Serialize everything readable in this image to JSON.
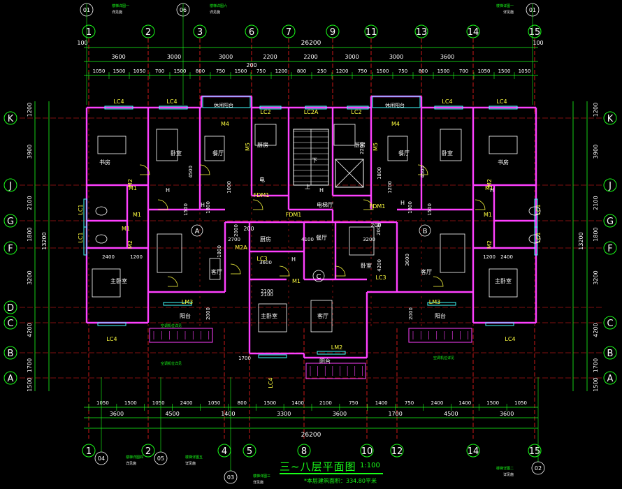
{
  "drawing": {
    "title": "三~八层平面图",
    "scale": "1:100",
    "area_note": "*本层建筑面积：334.80平米"
  },
  "colors": {
    "background": "#000000",
    "wall": "#ff40ff",
    "axis_line": "#ff2020",
    "dimension": "#ffffff",
    "dim_line": "#19ff19",
    "room_text": "#ffffff",
    "window_label": "#ffff40",
    "door": "#ffff40",
    "window": "#40ffff",
    "furniture": "#ffffff"
  },
  "axes_top": [
    "1",
    "2",
    "3",
    "6",
    "7",
    "9",
    "11",
    "13",
    "14",
    "15"
  ],
  "axes_bottom": [
    "1",
    "2",
    "4",
    "5",
    "8",
    "10",
    "12",
    "14",
    "15"
  ],
  "axes_left": [
    "K",
    "J",
    "G",
    "F",
    "D",
    "C",
    "B",
    "A"
  ],
  "axes_right": [
    "K",
    "J",
    "G",
    "F",
    "C",
    "B",
    "A"
  ],
  "dims_top_total": "26200",
  "dims_top_mid": [
    "3600",
    "3000",
    "3000",
    "2200",
    "2200",
    "3000",
    "3000",
    "3600"
  ],
  "dims_top_detail": [
    "1050",
    "1500",
    "1050",
    "700",
    "1500",
    "800",
    "750",
    "1500",
    "750",
    "1200",
    "800",
    "250",
    "1200",
    "750",
    "1500",
    "750",
    "800",
    "1500",
    "700",
    "1050",
    "1500",
    "1050"
  ],
  "dims_bottom_detail": [
    "1050",
    "1500",
    "1050",
    "2400",
    "1050",
    "800",
    "1500",
    "1400",
    "2100",
    "750",
    "1400",
    "750",
    "2400",
    "1400",
    "1500",
    "1050"
  ],
  "dims_bottom_mid": [
    "3600",
    "4500",
    "1400",
    "3300",
    "3600",
    "1700",
    "4500",
    "3600"
  ],
  "dims_bottom_total": "26200",
  "dims_left_outer": [
    "1200",
    "3900",
    "2100",
    "1800",
    "3200",
    "4200",
    "1700",
    "1500"
  ],
  "dims_left_total": "13200",
  "dims_right_outer": [
    "1200",
    "3900",
    "2100",
    "1800",
    "3200",
    "4200",
    "1700",
    "1500"
  ],
  "dims_right_total": "13200",
  "rooms": [
    {
      "name": "书房",
      "id": "room-study-left"
    },
    {
      "name": "卧室",
      "id": "room-bedroom-left"
    },
    {
      "name": "餐厅",
      "id": "room-dining-left"
    },
    {
      "name": "厨房",
      "id": "room-kitchen-left"
    },
    {
      "name": "厨房",
      "id": "room-kitchen-right"
    },
    {
      "name": "餐厅",
      "id": "room-dining-right"
    },
    {
      "name": "卧室",
      "id": "room-bedroom-right"
    },
    {
      "name": "书房",
      "id": "room-study-right"
    },
    {
      "name": "客厅",
      "id": "room-living-left"
    },
    {
      "name": "主卧室",
      "id": "room-master-left"
    },
    {
      "name": "客厅",
      "id": "room-living-right"
    },
    {
      "name": "主卧室",
      "id": "room-master-right"
    },
    {
      "name": "厨房",
      "id": "room-kitchen-center"
    },
    {
      "name": "餐厅",
      "id": "room-dining-center"
    },
    {
      "name": "卧室",
      "id": "room-bedroom-center"
    },
    {
      "name": "主卧室",
      "id": "room-master-center"
    },
    {
      "name": "客厅",
      "id": "room-living-center"
    },
    {
      "name": "阳台",
      "id": "room-balcony-left"
    },
    {
      "name": "阳台",
      "id": "room-balcony-center"
    },
    {
      "name": "阳台",
      "id": "room-balcony-right"
    },
    {
      "name": "电梯厅",
      "id": "room-elevator-hall"
    },
    {
      "name": "休闲阳台",
      "id": "room-leisure-left"
    },
    {
      "name": "休闲阳台",
      "id": "room-leisure-right"
    },
    {
      "name": "电",
      "id": "room-elec"
    },
    {
      "name": "上",
      "id": "stair-up"
    },
    {
      "name": "下",
      "id": "stair-down"
    }
  ],
  "unit_labels": [
    "A",
    "B",
    "C"
  ],
  "windows": [
    "LC4",
    "LC4",
    "LC2",
    "LC2A",
    "LC2",
    "LC4",
    "LC4",
    "LC1",
    "LC1",
    "LC1",
    "LC1",
    "LC3",
    "LC3",
    "LC4",
    "LC4",
    "LC4",
    "LM3",
    "LM3",
    "LM2"
  ],
  "doors": [
    "M1",
    "M1",
    "M1",
    "M2",
    "M2",
    "M1",
    "M1",
    "M2",
    "M2",
    "M4",
    "M4",
    "M5",
    "M5",
    "M2A",
    "M1",
    "FDM1",
    "FDM1",
    "FDM1"
  ],
  "inner_dims": [
    "4500",
    "4500",
    "1500",
    "1500",
    "2700",
    "4100",
    "3200",
    "2100",
    "2100",
    "1800",
    "3600",
    "3600",
    "2000",
    "2000",
    "2400",
    "2400",
    "1200",
    "1200",
    "1800",
    "1800",
    "1000",
    "1200",
    "1700",
    "2200",
    "1800",
    "2000",
    "2000",
    "4200"
  ],
  "callouts": [
    {
      "num": "01",
      "text": "楼梯详图一",
      "sub": "详见施"
    },
    {
      "num": "06",
      "text": "楼梯详图六",
      "sub": "详见施"
    },
    {
      "num": "01",
      "text": "楼梯详图一",
      "sub": "详见施"
    },
    {
      "num": "04",
      "text": "楼梯详图四",
      "sub": "详见施"
    },
    {
      "num": "05",
      "text": "楼梯详图五",
      "sub": "详见施"
    },
    {
      "num": "03",
      "text": "楼梯详图三",
      "sub": "详见施"
    },
    {
      "num": "02",
      "text": "楼梯详图二",
      "sub": "详见施"
    }
  ],
  "notes": [
    "空调机位详见",
    "空调机位详见",
    "空调机位详见"
  ],
  "small_labels": [
    "H",
    "H",
    "H",
    "H",
    "H",
    "H",
    "100",
    "100",
    "200",
    "200",
    "200"
  ]
}
